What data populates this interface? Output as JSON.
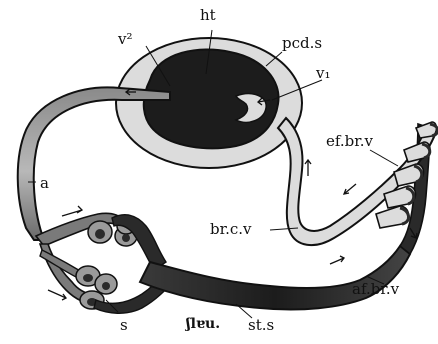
{
  "labels": {
    "ht": "ht",
    "pcd_s": "pcd.s",
    "v2": "v²",
    "v1": "v₁",
    "ef_br_v": "ef.br.v",
    "a": "a",
    "br_c_v": "br.c.v",
    "af_br_v": "af.br.v",
    "s": "s",
    "st_s": "st.s"
  },
  "signature": "ʃlɐu.",
  "colors": {
    "vessel_light": "#dcdcdc",
    "vessel_dark": "#2a2a2a",
    "outline": "#111111",
    "background": "#ffffff"
  }
}
